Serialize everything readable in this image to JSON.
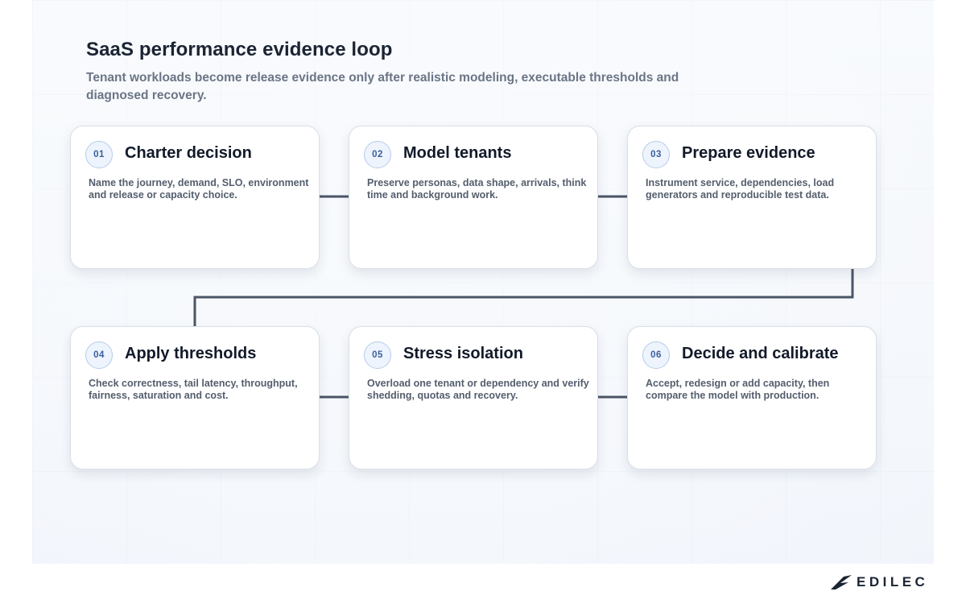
{
  "header": {
    "title": "SaaS performance evidence loop",
    "subtitle": "Tenant workloads become release evidence only after realistic modeling, executable thresholds and diagnosed recovery."
  },
  "steps": [
    {
      "number": "01",
      "title": "Charter decision",
      "description": "Name the journey, demand, SLO, environment and release or capacity choice."
    },
    {
      "number": "02",
      "title": "Model tenants",
      "description": "Preserve personas, data shape, arrivals, think time and background work."
    },
    {
      "number": "03",
      "title": "Prepare evidence",
      "description": "Instrument service, dependencies, load generators and reproducible test data."
    },
    {
      "number": "04",
      "title": "Apply thresholds",
      "description": "Check correctness, tail latency, throughput, fairness, saturation and cost."
    },
    {
      "number": "05",
      "title": "Stress isolation",
      "description": "Overload one tenant or dependency and verify shedding, quotas and recovery."
    },
    {
      "number": "06",
      "title": "Decide and calibrate",
      "description": "Accept, redesign or add capacity, then compare the model with production."
    }
  ],
  "brand": {
    "name": "EDILEC",
    "logo_icon": "edilec-logo-icon",
    "connector_color": "#4b5566",
    "badge_color": "#3a5f9c"
  }
}
